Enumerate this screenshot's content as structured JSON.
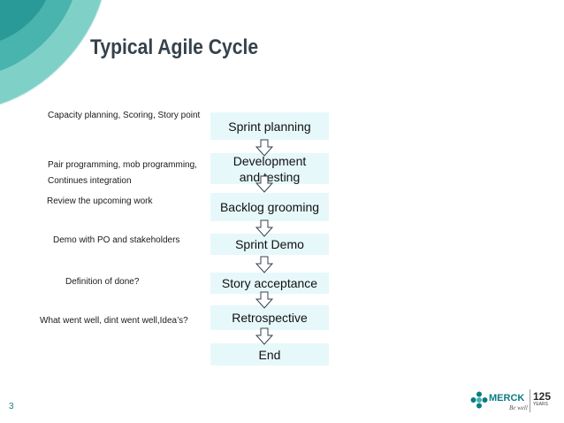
{
  "slide": {
    "title": "Typical Agile Cycle",
    "page_number": "3"
  },
  "colors": {
    "step_fill": "#e6f8fa",
    "arrow_stroke": "#35424c",
    "title_color": "#35424c",
    "corner_teal": "#6cc9c2"
  },
  "steps": [
    {
      "label": "Sprint planning"
    },
    {
      "label": "Development and testing",
      "line1": "Development",
      "line2": "and testing"
    },
    {
      "label": "Backlog grooming"
    },
    {
      "label": "Sprint Demo"
    },
    {
      "label": "Story acceptance"
    },
    {
      "label": "Retrospective"
    },
    {
      "label": "End"
    }
  ],
  "notes": {
    "sprint_planning": "Capacity planning, Scoring, Story point",
    "development_1": "Pair programming, mob programming,",
    "development_2": "Continues integration",
    "backlog": "Review the upcoming work",
    "demo": "Demo with PO and stakeholders",
    "acceptance": "Definition of done?",
    "retrospective": "What went well, dint went well,Idea’s?"
  },
  "logo": {
    "name": "MERCK",
    "tagline": "Be well",
    "anniversary": "125",
    "anniversary_sub": "YEARS"
  },
  "icons": [
    "down-arrow-icon",
    "merck-logo-icon"
  ]
}
